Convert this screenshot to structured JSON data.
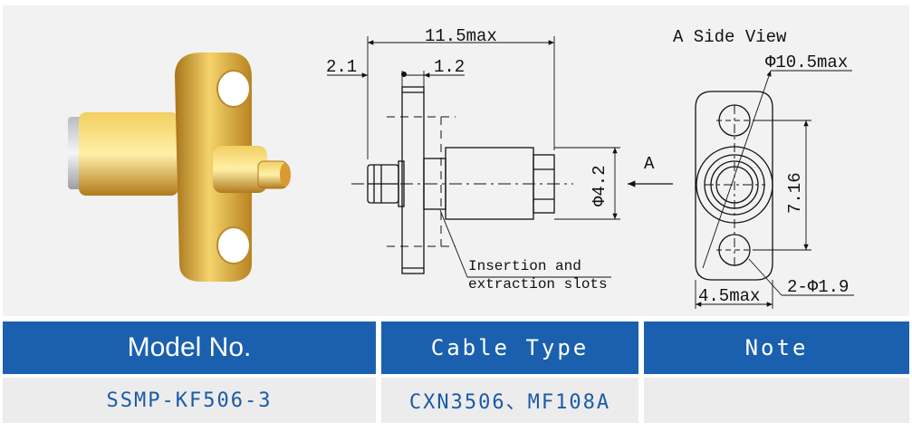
{
  "drawing": {
    "front_view": {
      "overall_length": "11.5max",
      "flange_left_offset": "2.1",
      "flange_thickness": "1.2",
      "body_diameter": "Φ4.2",
      "view_arrow_label": "A",
      "slot_note": [
        "Insertion and",
        "extraction slots"
      ]
    },
    "side_view": {
      "title": "A Side View",
      "flange_length": "Φ10.5max",
      "hole_spacing": "7.16",
      "flange_width": "4.5max",
      "holes": "2-Φ1.9"
    }
  },
  "table": {
    "headers": [
      "Model No.",
      "Cable Type",
      "Note"
    ],
    "row": [
      "SSMP-KF506-3",
      "CXN3506、MF108A",
      ""
    ]
  },
  "colors": {
    "header_bg": "#1b60ae",
    "data_text": "#1b5aa6",
    "gold": "#e0b040"
  }
}
